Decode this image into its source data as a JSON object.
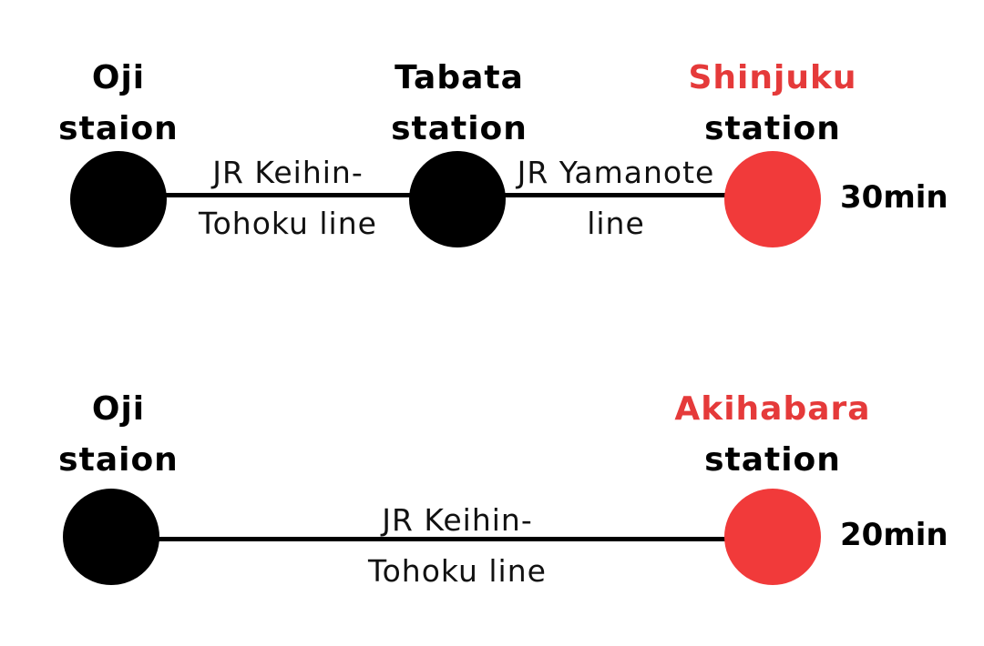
{
  "colors": {
    "station_dot": "#000000",
    "destination_dot": "#f13a3a",
    "destination_name": "#e53a3a",
    "route_line": "#000000"
  },
  "routes": [
    {
      "stations": [
        {
          "name": "Oji",
          "suffix": "staion",
          "highlight": false
        },
        {
          "name": "Tabata",
          "suffix": "station",
          "highlight": false
        },
        {
          "name": "Shinjuku",
          "suffix": "station",
          "highlight": true
        }
      ],
      "segments": [
        {
          "line1": "JR Keihin-",
          "line2": "Tohoku line"
        },
        {
          "line1": "JR Yamanote",
          "line2": "line"
        }
      ],
      "duration": "30min"
    },
    {
      "stations": [
        {
          "name": "Oji",
          "suffix": "staion",
          "highlight": false
        },
        {
          "name": "Akihabara",
          "suffix": "station",
          "highlight": true
        }
      ],
      "segments": [
        {
          "line1": "JR Keihin-",
          "line2": "Tohoku line"
        }
      ],
      "duration": "20min"
    }
  ]
}
